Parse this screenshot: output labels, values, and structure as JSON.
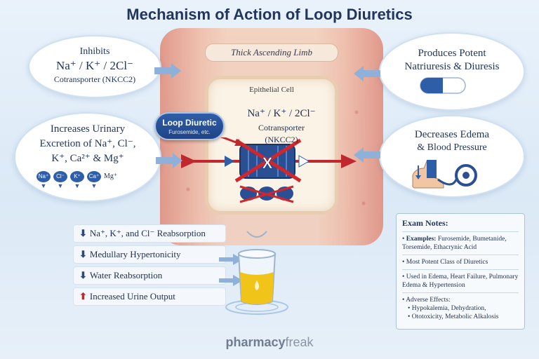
{
  "title": "Mechanism of Action of Loop Diuretics",
  "tissue": {
    "limb_label": "Thick Ascending Limb",
    "cell_label": "Epithelial Cell",
    "cotransporter_line1": "Na⁺ / K⁺ / 2Cl⁻",
    "cotransporter_line2": "Cotransporter",
    "cotransporter_line3": "(NKCC2)",
    "blocked_symbol": "X"
  },
  "drug_badge": {
    "name": "Loop Diuretic",
    "example": "Furosemide, etc."
  },
  "bubble_top_left": {
    "line1": "Inhibits",
    "line2": "Na⁺ / K⁺ / 2Cl⁻",
    "line3": "Cotransporter (NKCC2)"
  },
  "bubble_mid_left": {
    "line1": "Increases Urinary",
    "line2": "Excretion of Na⁺, Cl⁻,",
    "line3": "K⁺, Ca²⁺ & Mg⁺",
    "ions": [
      "Na⁺",
      "Cl⁻",
      "K⁺",
      "Ca⁺"
    ],
    "ion_extra": "Mg⁺"
  },
  "bubble_top_right": {
    "line1": "Produces Potent",
    "line2": "Natriuresis & Diuresis"
  },
  "bubble_mid_right": {
    "line1": "Decreases Edema",
    "line2": "& Blood Pressure"
  },
  "steps": [
    {
      "arrow": "⬇",
      "dir": "down",
      "text": "Na⁺, K⁺, and Cl⁻ Reabsorption"
    },
    {
      "arrow": "⬇",
      "dir": "down",
      "text": "Medullary Hypertonicity"
    },
    {
      "arrow": "⬇",
      "dir": "down",
      "text": "Water Reabsorption"
    },
    {
      "arrow": "⬆",
      "dir": "up",
      "text": "Increased Urine Output"
    }
  ],
  "notes": {
    "heading": "Exam Notes:",
    "examples_label": "Examples:",
    "examples_text": "Furosemide, Bumetanide, Torsemide, Ethacrynic Acid",
    "item2": "Most Potent Class of Diuretics",
    "item3": "Used in Edema, Heart Failure, Pulmonary Edema & Hypertension",
    "adverse_label": "Adverse Effects:",
    "adverse1": "Hypokalemia, Dehydration,",
    "adverse2": "Ototoxicity, Metabolic Alkalosis"
  },
  "footer": {
    "brand_bold": "pharmacy",
    "brand_light": "freak"
  },
  "colors": {
    "navy": "#22365c",
    "blue": "#2f5ea8",
    "red": "#c0282d",
    "urine": "#f0c419"
  }
}
